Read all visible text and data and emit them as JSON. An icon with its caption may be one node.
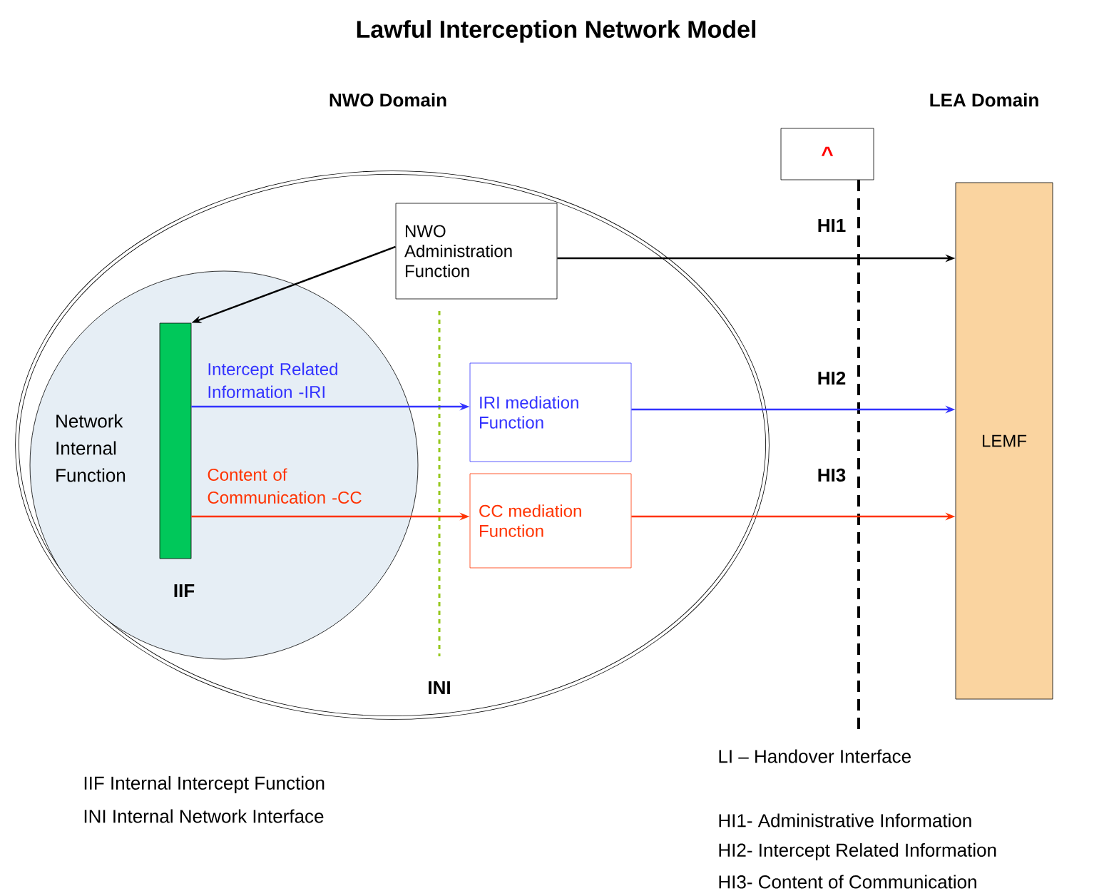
{
  "diagram": {
    "title": "Lawful Interception Network Model",
    "nodes": [
      {
        "text": [],
        "shape": "ellipse"
      },
      {
        "text": [
          "Network Internal Function"
        ],
        "in": 0
      },
      {
        "text": [],
        "shape": "bar",
        "beside": [
          "IIF"
        ],
        "in": 1
      },
      {
        "text": [
          "NWO Administration Function"
        ],
        "in": 0
      },
      {
        "text": [
          "IRI mediation Function"
        ],
        "in": 0
      },
      {
        "text": [
          "CC mediation Function"
        ],
        "in": 0
      },
      {
        "text": [
          "LEMF"
        ]
      },
      {
        "text": [
          "^"
        ]
      }
    ],
    "edges": [
      {
        "from": 3,
        "to": 2,
        "arrow": "to"
      },
      {
        "from": 3,
        "to": 6,
        "arrow": "to",
        "label": "HI1"
      },
      {
        "from": 2,
        "to": 4,
        "arrow": "to",
        "label": "Intercept Related Information -IRI",
        "color": "#3333ff"
      },
      {
        "from": 2,
        "to": 5,
        "arrow": "to",
        "label": "Content of Communication -CC",
        "color": "#ff3300"
      },
      {
        "from": 4,
        "to": 6,
        "arrow": "to",
        "label": "HI2",
        "color": "#3333ff"
      },
      {
        "from": 5,
        "to": 6,
        "arrow": "to",
        "label": "HI3",
        "color": "#ff3300"
      }
    ],
    "labels": [
      "NWO Domain",
      "LEA Domain",
      "INI",
      "LI – Handover Interface",
      "IIF  Internal Intercept Function",
      "INI  Internal Network Interface",
      "HI1- Administrative Information",
      "HI2- Intercept Related Information",
      "HI3- Content of Communication"
    ]
  }
}
